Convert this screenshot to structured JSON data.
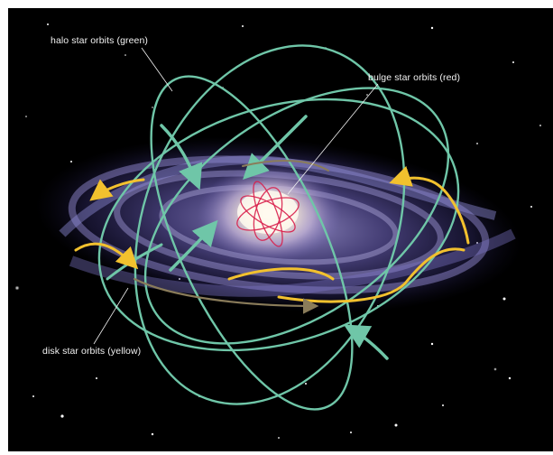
{
  "labels": {
    "halo": "halo star orbits (green)",
    "bulge": "bulge star orbits (red)",
    "disk": "disk star orbits (yellow)"
  },
  "colors": {
    "background": "#000000",
    "halo_orbits": "#6fc6a8",
    "bulge_orbits": "#d81e4b",
    "disk_orbits": "#f2c12e",
    "galaxy_core": "#fff4da",
    "galaxy_arms": "#8f8bd6",
    "label_text": "#f2f2f2"
  }
}
